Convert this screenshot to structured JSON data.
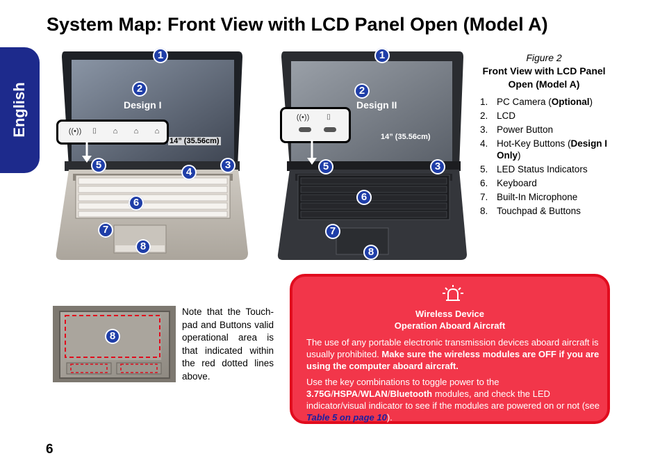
{
  "header": {
    "title": "System Map: Front View with LCD Panel Open (Model A)"
  },
  "side_tab": {
    "label": "English"
  },
  "page_number": "6",
  "figure": {
    "number": "Figure 2",
    "title": "Front View with LCD Panel Open (Model A)",
    "items": [
      {
        "num": "1.",
        "parts": [
          {
            "text": "PC Camera ("
          },
          {
            "text": "Optional",
            "bold": true
          },
          {
            "text": ")"
          }
        ]
      },
      {
        "num": "2.",
        "parts": [
          {
            "text": "LCD"
          }
        ]
      },
      {
        "num": "3.",
        "parts": [
          {
            "text": "Power Button"
          }
        ]
      },
      {
        "num": "4.",
        "parts": [
          {
            "text": "Hot-Key Buttons ("
          },
          {
            "text": "Design I Only",
            "bold": true
          },
          {
            "text": ")"
          }
        ]
      },
      {
        "num": "5.",
        "parts": [
          {
            "text": "LED Status Indicators"
          }
        ]
      },
      {
        "num": "6.",
        "parts": [
          {
            "text": "Keyboard"
          }
        ]
      },
      {
        "num": "7.",
        "parts": [
          {
            "text": "Built-In Microphone"
          }
        ]
      },
      {
        "num": "8.",
        "parts": [
          {
            "text": "Touchpad & Buttons"
          }
        ]
      }
    ]
  },
  "design1": {
    "label": "Design I",
    "size": "14” (35.56cm)",
    "callouts": [
      "1",
      "2",
      "3",
      "4",
      "5",
      "6",
      "7",
      "8"
    ],
    "hotkey_icons": [
      "((•))",
      "⌷",
      "⌂",
      "⌂",
      "⌂"
    ]
  },
  "design2": {
    "label": "Design II",
    "size": "14” (35.56cm)",
    "callouts": [
      "1",
      "2",
      "3",
      "5",
      "6",
      "7",
      "8"
    ],
    "hotkey_icons": [
      "((•))",
      "⌷"
    ]
  },
  "touchpad": {
    "callout": "8",
    "note": "Note that the Touch-pad and Buttons valid operational area is that indicated within the red dotted lines above."
  },
  "warning": {
    "icon": "alarm-icon",
    "title_line1": "Wireless Device",
    "title_line2": "Operation Aboard Aircraft",
    "p1_normal": "The use of any portable electronic transmission devices aboard aircraft is usually prohibited. ",
    "p1_bold": "Make sure the wireless modules are OFF if you are using the computer aboard aircraft.",
    "p2_a": "Use the key combinations to toggle power to the ",
    "p2_b1": "3.75G",
    "p2_s1": "/",
    "p2_b2": "HSPA",
    "p2_s2": "/",
    "p2_b3": "WLAN",
    "p2_s3": "/",
    "p2_b4": "Bluetooth",
    "p2_c": " modules, and check the LED indicator/visual indicator to see if the modules are powered on or not (see ",
    "p2_link": "Table 5 on page 10",
    "p2_d": ").",
    "colors": {
      "background": "#f2364a",
      "border": "#e10c1e",
      "link": "#1b1fa0"
    }
  }
}
